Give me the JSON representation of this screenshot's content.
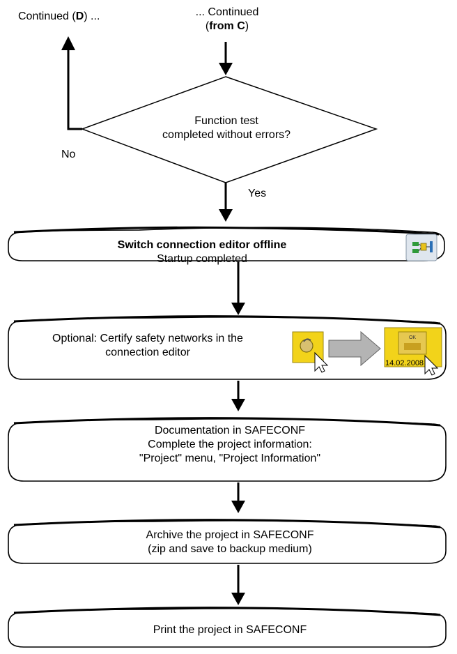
{
  "continued_d": {
    "prefix": "Continued (",
    "letter": "D",
    "suffix": ") ..."
  },
  "continued_c": {
    "line1": "... Continued",
    "open": "(",
    "bold": "from C",
    "close": ")"
  },
  "decision": {
    "line1": "Function test",
    "line2": "completed without errors?"
  },
  "branch_no": "No",
  "branch_yes": "Yes",
  "step1": {
    "title": "Switch connection editor offline",
    "subtitle": "Startup completed",
    "icon": "connection-editor-offline-icon"
  },
  "step2": {
    "line1": "Optional: Certify safety networks in the",
    "line2": "connection editor",
    "icon_before": "certify-lock-icon",
    "icon_after": "certified-ok-stamp-icon",
    "stamp_ok": "OK",
    "stamp_date": "14.02.2008"
  },
  "step3": {
    "line1": "Documentation in SAFECONF",
    "line2": "Complete the project information:",
    "line3": "\"Project\" menu, \"Project Information\""
  },
  "step4": {
    "line1": "Archive the project in SAFECONF",
    "line2": "(zip and save to backup medium)"
  },
  "step5": {
    "line1": "Print the project in SAFECONF"
  }
}
